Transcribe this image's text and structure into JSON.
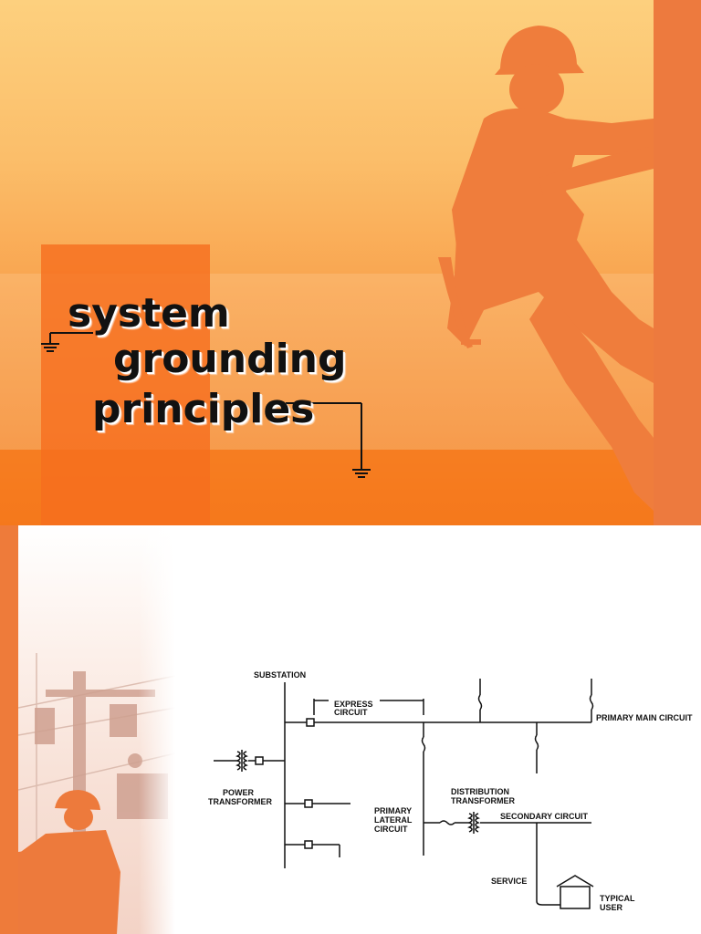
{
  "slide1": {
    "title_lines": [
      "system",
      "grounding",
      "principles"
    ],
    "colors": {
      "accent": "#f47f25",
      "pole": "#ed7a3e",
      "silhouette": "#ef7d3c"
    }
  },
  "slide2": {
    "diagram_labels": {
      "substation": "SUBSTATION",
      "express_circuit": [
        "EXPRESS",
        "CIRCUIT"
      ],
      "primary_main_circuit": "PRIMARY MAIN CIRCUIT",
      "power_transformer": [
        "POWER",
        "TRANSFORMER"
      ],
      "distribution_transformer": [
        "DISTRIBUTION",
        "TRANSFORMER"
      ],
      "primary_lateral_circuit": [
        "PRIMARY",
        "LATERAL",
        "CIRCUIT"
      ],
      "secondary_circuit": "SECONDARY CIRCUIT",
      "service": "SERVICE",
      "typical_user": [
        "TYPICAL",
        "USER"
      ]
    }
  }
}
